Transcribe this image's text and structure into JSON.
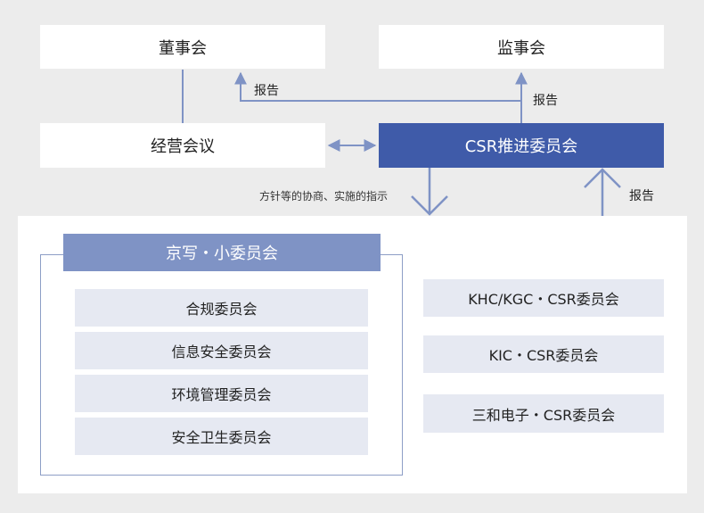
{
  "top": {
    "board": "董事会",
    "audit": "监事会",
    "management": "经营会议",
    "csr": "CSR推进委员会"
  },
  "labels": {
    "report_left": "报告",
    "report_right": "报告",
    "report_bottom": "报告",
    "policy": "方针等的协商、实施的指示"
  },
  "group": {
    "title": "京写・小委员会",
    "items": [
      "合规委员会",
      "信息安全委员会",
      "环境管理委员会",
      "安全卫生委员会"
    ]
  },
  "others": [
    "KHC/KGC・CSR委员会",
    "KIC・CSR委员会",
    "三和电子・CSR委员会"
  ],
  "colors": {
    "background": "#ececec",
    "csr_box": "#3f5ba9",
    "group_title": "#7f93c5",
    "sub_box": "#e6e9f2",
    "arrow": "#7f93c5"
  }
}
